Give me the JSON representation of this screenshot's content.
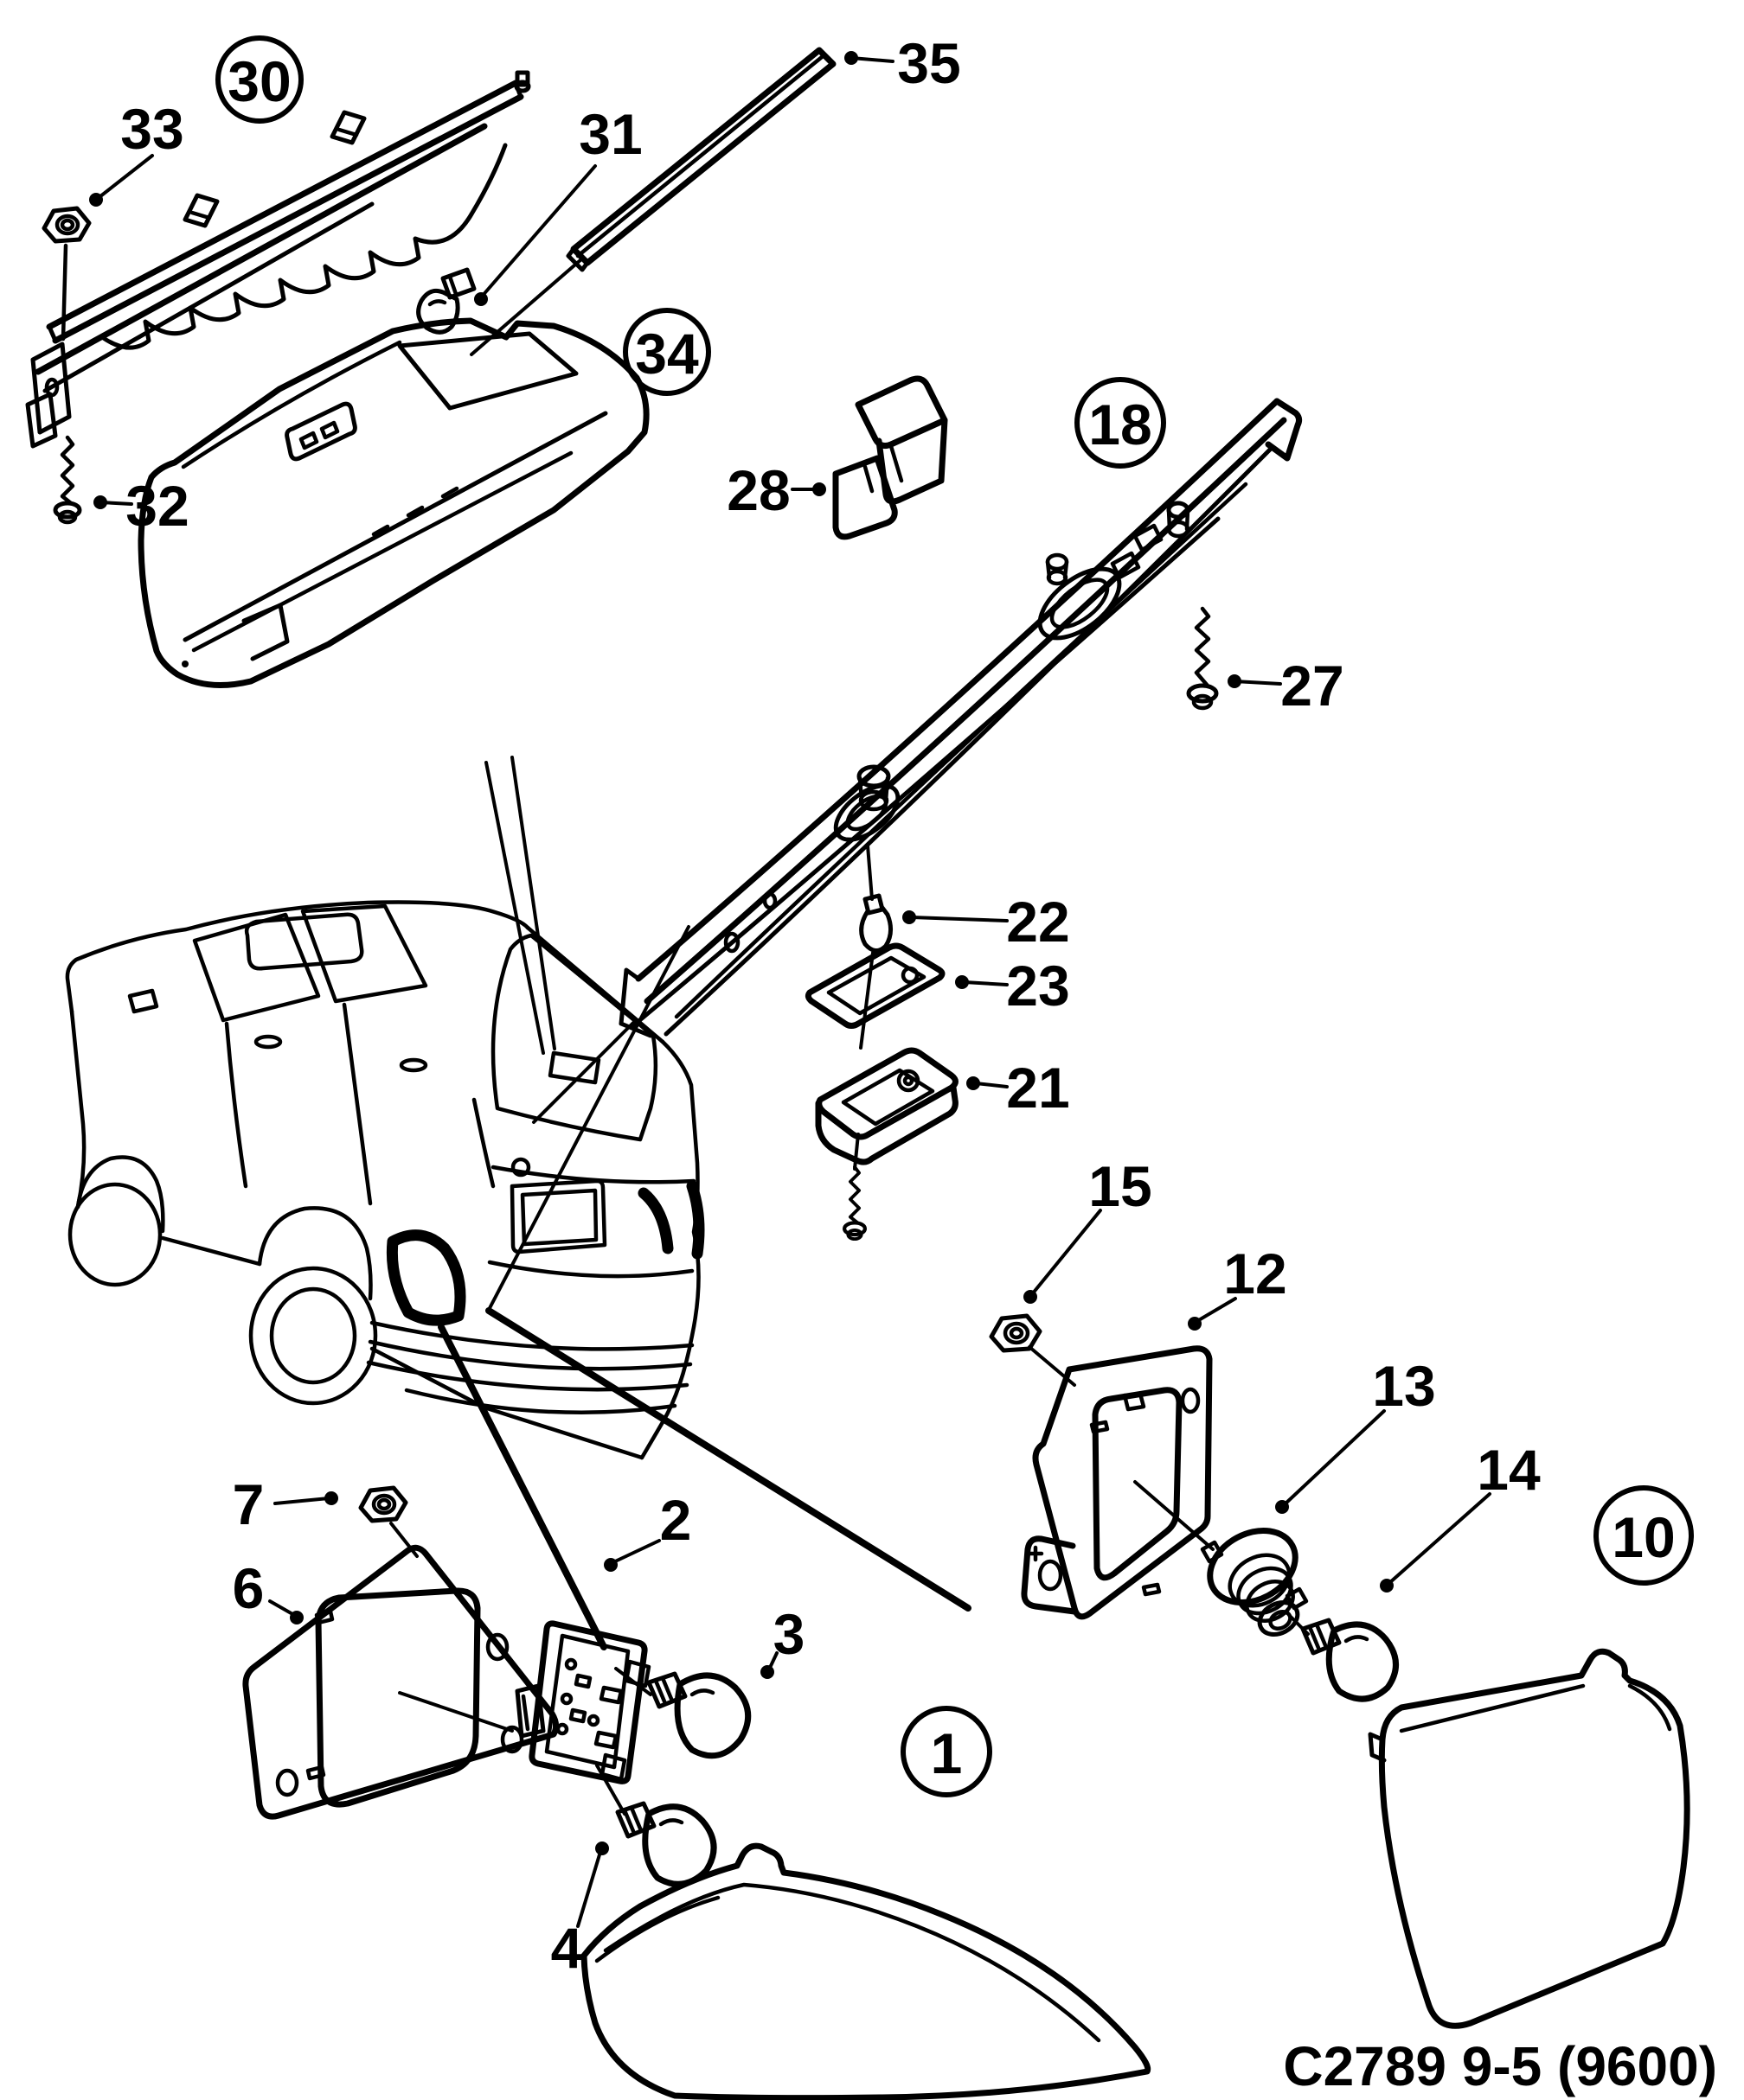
{
  "figure": {
    "type": "exploded-parts-diagram",
    "caption": "C2789 9-5 (9600)",
    "ink_color": "#000000",
    "background_color": "#ffffff"
  },
  "callouts": {
    "circled": [
      {
        "label": "30"
      },
      {
        "label": "34"
      },
      {
        "label": "18"
      },
      {
        "label": "1"
      },
      {
        "label": "10"
      }
    ],
    "plain": [
      {
        "label": "33"
      },
      {
        "label": "31"
      },
      {
        "label": "32"
      },
      {
        "label": "35"
      },
      {
        "label": "28"
      },
      {
        "label": "27"
      },
      {
        "label": "22"
      },
      {
        "label": "23"
      },
      {
        "label": "21"
      },
      {
        "label": "7"
      },
      {
        "label": "6"
      },
      {
        "label": "2"
      },
      {
        "label": "3"
      },
      {
        "label": "4"
      },
      {
        "label": "15"
      },
      {
        "label": "12"
      },
      {
        "label": "13"
      },
      {
        "label": "14"
      }
    ]
  }
}
